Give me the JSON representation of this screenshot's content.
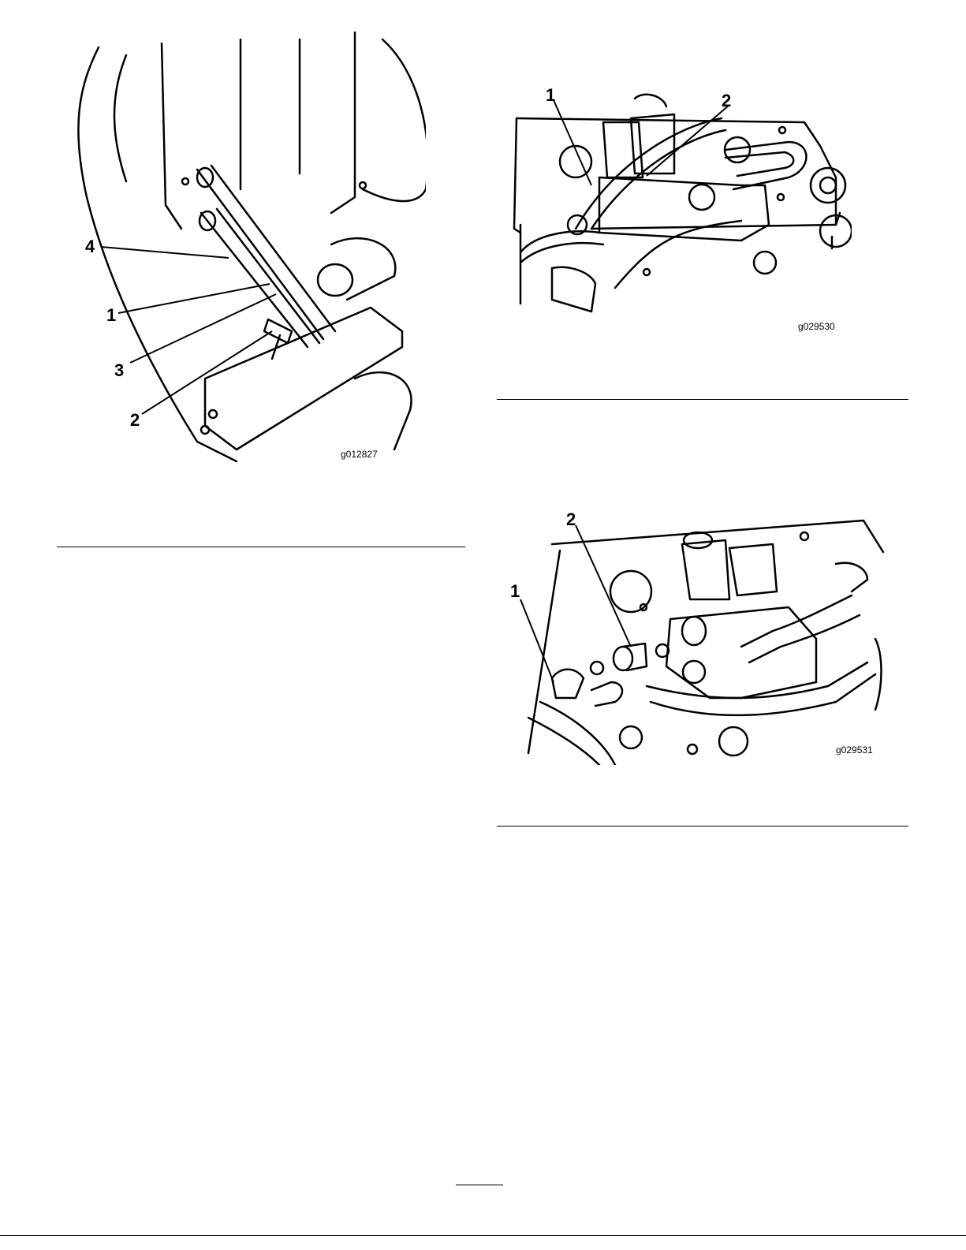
{
  "figures": [
    {
      "id": "fig-left",
      "code": "g012827",
      "callouts": [
        "4",
        "1",
        "3",
        "2"
      ]
    },
    {
      "id": "fig-top-right",
      "code": "g029530",
      "callouts": [
        "1",
        "2"
      ]
    },
    {
      "id": "fig-bottom-right",
      "code": "g029531",
      "callouts": [
        "2",
        "1"
      ]
    }
  ]
}
